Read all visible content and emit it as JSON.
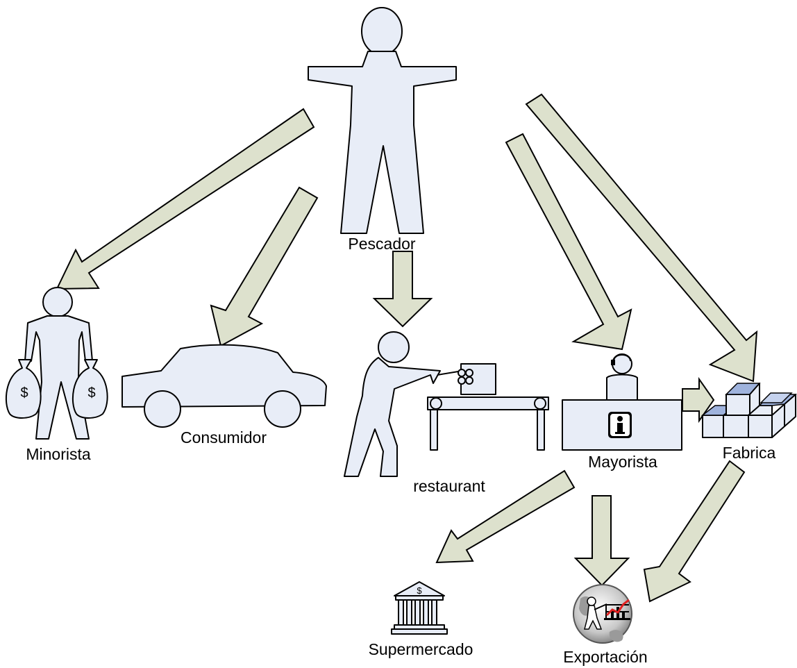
{
  "nodes": {
    "pescador": "Pescador",
    "minorista": "Minorista",
    "consumidor": "Consumidor",
    "restaurant": "restaurant",
    "mayorista": "Mayorista",
    "fabrica": "Fabrica",
    "supermercado": "Supermercado",
    "exportacion": "Exportación"
  },
  "symbols": {
    "dollar": "$",
    "info": "i"
  },
  "colors": {
    "figure_fill": "#e8edf7",
    "arrow_fill": "#dde1cd",
    "box_accent": "#9fb3dd",
    "chart_red": "#e02020"
  },
  "icons": [
    "person-icon",
    "money-bag-icon",
    "car-icon",
    "conveyor-worker-icon",
    "info-desk-icon",
    "boxes-icon",
    "bank-icon",
    "globe-chart-icon"
  ]
}
